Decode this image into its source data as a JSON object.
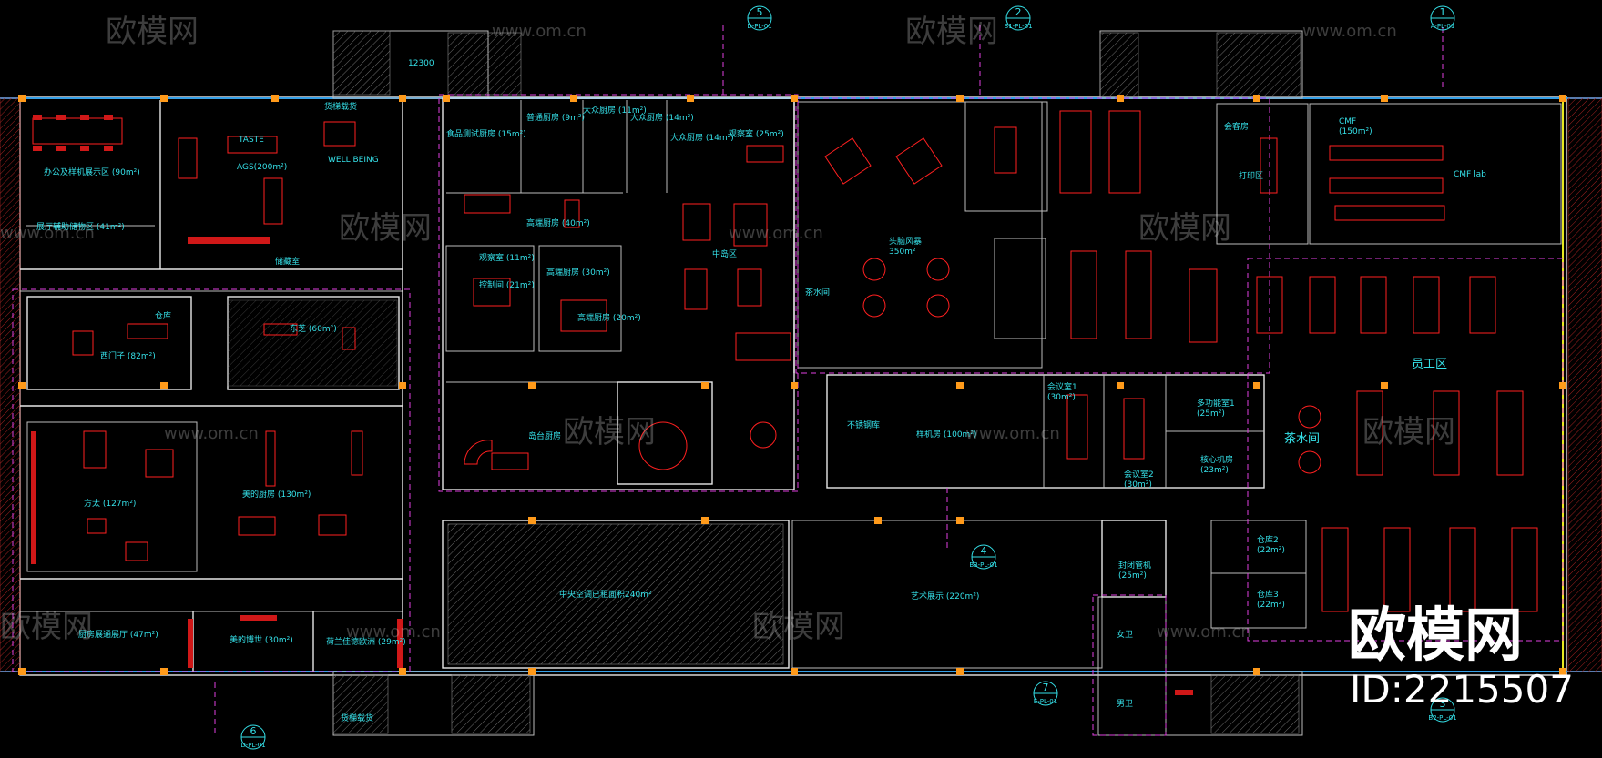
{
  "rooms": [
    {
      "id": "office-display",
      "label": "办公及样机展示区 (90m²)"
    },
    {
      "id": "display-storage",
      "label": "展厅辅助储物区 (41m²)"
    },
    {
      "id": "ags",
      "label": "AGS(200m²)"
    },
    {
      "id": "taste",
      "label": "TASTE"
    },
    {
      "id": "well-being",
      "label": "WELL BEING"
    },
    {
      "id": "elevator-top",
      "label": "货梯载货"
    },
    {
      "id": "corridor",
      "label": "储藏室"
    },
    {
      "id": "warehouse",
      "label": "仓库"
    },
    {
      "id": "ximenzi",
      "label": "西门子 (82m²)"
    },
    {
      "id": "dongzhi",
      "label": "东芝 (60m²)"
    },
    {
      "id": "fangtai",
      "label": "方太 (127m²)"
    },
    {
      "id": "meidi",
      "label": "美的厨房 (130m²)"
    },
    {
      "id": "hall",
      "label": "厨房展通展厅 (47m²)"
    },
    {
      "id": "bosch",
      "label": "美的博世 (30m²)"
    },
    {
      "id": "holland",
      "label": "荷兰佳德欧洲 (29m²)"
    },
    {
      "id": "food-test",
      "label": "食品测试厨房 (15m²)"
    },
    {
      "id": "general-kitchen",
      "label": "普通厨房 (9m²)"
    },
    {
      "id": "mass-kitchen-1",
      "label": "大众厨房 (11m²)"
    },
    {
      "id": "mass-kitchen-2",
      "label": "大众厨房 (14m²)"
    },
    {
      "id": "mass-kitchen-3",
      "label": "大众厨房 (14m²)"
    },
    {
      "id": "tasting",
      "label": "观察室 (25m²)"
    },
    {
      "id": "hi-end-kitchen",
      "label": "高端厨房 (40m²)"
    },
    {
      "id": "central-island",
      "label": "中岛区"
    },
    {
      "id": "observe",
      "label": "观察室 (11m²)"
    },
    {
      "id": "control",
      "label": "控制间 (21m²)"
    },
    {
      "id": "hi-end-kitchen-2",
      "label": "高端厨房 (30m²)"
    },
    {
      "id": "hi-end-kitchen-3",
      "label": "高端厨房 (20m²)"
    },
    {
      "id": "island-kitchen",
      "label": "岛台厨房"
    },
    {
      "id": "central-ac",
      "label": "中央空调已租面积240m²"
    },
    {
      "id": "art-display",
      "label": "艺术展示 (220m²)"
    },
    {
      "id": "brainstorm",
      "label": "头脑风暴\n350m²"
    },
    {
      "id": "tea-1",
      "label": "茶水间"
    },
    {
      "id": "sample-room",
      "label": "样机房 (100m²)"
    },
    {
      "id": "stainless",
      "label": "不锈钢库"
    },
    {
      "id": "meeting-1",
      "label": "会议室1\n(30m²)"
    },
    {
      "id": "meeting-2",
      "label": "会议室2\n(30m²)"
    },
    {
      "id": "multi-1",
      "label": "多功能室1\n(25m²)"
    },
    {
      "id": "core-lab",
      "label": "核心机房\n(23m²)"
    },
    {
      "id": "copy",
      "label": "打印区"
    },
    {
      "id": "meeting-small",
      "label": "会客房"
    },
    {
      "id": "cmf",
      "label": "CMF\n(150m²)"
    },
    {
      "id": "cmf-lab",
      "label": "CMF lab"
    },
    {
      "id": "staff",
      "label": "员工区"
    },
    {
      "id": "tea-2",
      "label": "茶水间"
    },
    {
      "id": "storage-2",
      "label": "仓库2\n(22m²)"
    },
    {
      "id": "storage-3",
      "label": "仓库3\n(22m²)"
    },
    {
      "id": "sealed",
      "label": "封闭管机\n(25m²)"
    },
    {
      "id": "wc-f",
      "label": "女卫"
    },
    {
      "id": "wc-m",
      "label": "男卫"
    },
    {
      "id": "elevator-bottom",
      "label": "货梯载货"
    },
    {
      "id": "stair-note",
      "label": "12300"
    }
  ],
  "grid_markers": [
    {
      "num": "5",
      "sheet": "D-PL-01"
    },
    {
      "num": "2",
      "sheet": "B1-PL-01"
    },
    {
      "num": "1",
      "sheet": "A-PL-01"
    },
    {
      "num": "4",
      "sheet": "B3-PL-01"
    },
    {
      "num": "6",
      "sheet": "D-PL-01"
    },
    {
      "num": "7",
      "sheet": "E-PL-01"
    },
    {
      "num": "3",
      "sheet": "B2-PL-01"
    }
  ],
  "watermark": {
    "brand": "欧模网",
    "url": "www.om.cn"
  },
  "brand_overlay": {
    "name": "欧模网",
    "id": "ID:2215507"
  },
  "colors": {
    "wall": "#e8e8e8",
    "furniture": "#ff2020",
    "label": "#35e0e8",
    "column": "#ff9a1a",
    "boundary": "#e040e0",
    "background": "#000000"
  }
}
